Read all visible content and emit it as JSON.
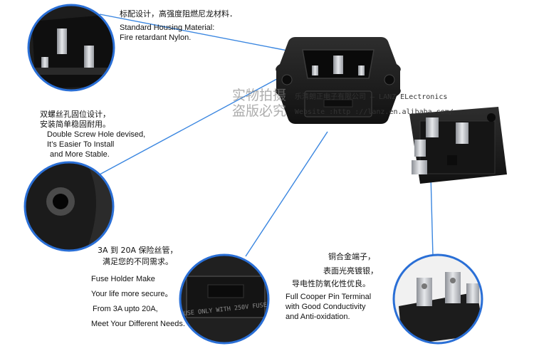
{
  "captions": {
    "housing": {
      "zh": "标配设计，高强度阻燃尼龙材料．",
      "en_line1": "Standard Housing Material:",
      "en_line2": "Fire retardant Nylon."
    },
    "screw": {
      "zh_line1": "双螺丝孔固位设计，",
      "zh_line2": "安装简单稳固耐用。",
      "en_line1": "Double Screw Hole devised,",
      "en_line2": "It’s Easier To Install",
      "en_line3": "and More Stable."
    },
    "fuse": {
      "zh_line1": "3A 到 20A 保险丝管，",
      "zh_line2": "满足您的不同需求。",
      "en_line1": "Fuse Holder Make",
      "en_line2": "Your life more secure。",
      "en_line3": "From 3A upto 20A,",
      "en_line4": "Meet Your Different Needs."
    },
    "terminal": {
      "zh_line1": "铜合金端子，",
      "zh_line2": "表面光亮镀银，",
      "zh_line3": "导电性防氧化性优良。",
      "en_line1": "Full Cooper Pin Terminal",
      "en_line2": "with Good Conductivity",
      "en_line3": "and Anti-oxidation."
    }
  },
  "watermark": {
    "company": "乐清朗正电子有限公司 — LANZ ELectronics",
    "website": "Website :http ://lanz.en.alibaba.com/",
    "stamp_line1": "实物拍摄",
    "stamp_line2": "盗版必究"
  },
  "product_marking": "USE ONLY WITH 250V FUSE",
  "colors": {
    "callout_ring": "#2a6fd6",
    "leader_line": "#3a86e0",
    "connector_body": "#1c1c1c",
    "pin_metal": "#c9ccd0",
    "background": "#ffffff"
  }
}
